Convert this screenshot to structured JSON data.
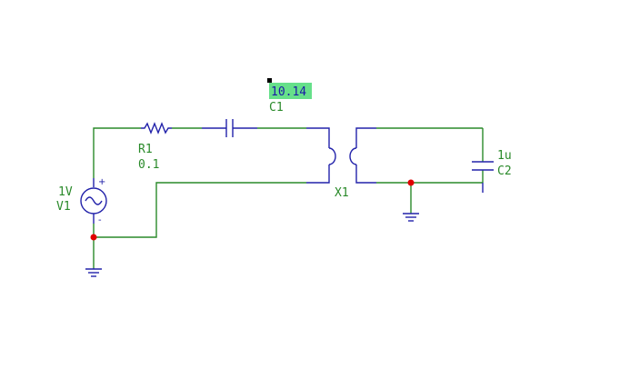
{
  "colors": {
    "wire": "#2a8a2a",
    "component": "#2222aa",
    "label": "#1a1aa6",
    "junction": "#e00000",
    "highlight": "#66e08a"
  },
  "components": {
    "v1": {
      "value": "1V",
      "name": "V1",
      "plus": "+",
      "minus": "-"
    },
    "r1": {
      "name": "R1",
      "value": "0.1"
    },
    "c1": {
      "value": "10.14",
      "name": "C1"
    },
    "x1": {
      "name": "X1"
    },
    "c2": {
      "value": "1u",
      "name": "C2"
    }
  }
}
